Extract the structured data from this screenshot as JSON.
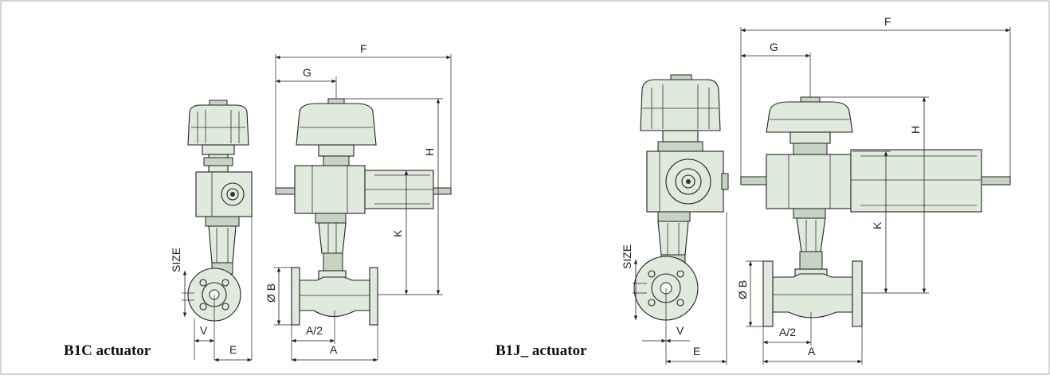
{
  "figure": {
    "left_panel": {
      "caption": "B1C actuator",
      "dimensions": {
        "F": "F",
        "G": "G",
        "H": "H",
        "K": "K",
        "OB": "Ø B",
        "A2": "A/2",
        "A": "A",
        "SIZE": "SIZE",
        "V": "V",
        "E": "E"
      }
    },
    "right_panel": {
      "caption": "B1J_ actuator",
      "dimensions": {
        "F": "F",
        "G": "G",
        "H": "H",
        "K": "K",
        "OB": "Ø B",
        "A2": "A/2",
        "A": "A",
        "SIZE": "SIZE",
        "V": "V",
        "E": "E"
      }
    },
    "colors": {
      "body": "#dfe9dc",
      "body_dark": "#c7d4c3",
      "line": "#222222"
    }
  }
}
